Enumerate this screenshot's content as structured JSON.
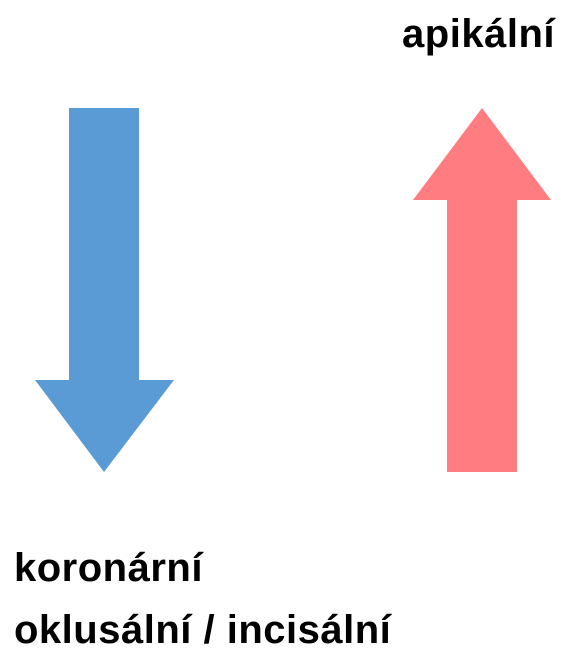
{
  "labels": {
    "top_right": "apikální",
    "bottom_line1": "koronární",
    "bottom_line2": "oklusální / incisální"
  },
  "arrows": {
    "down": {
      "direction": "down",
      "color": "#5B9BD5"
    },
    "up": {
      "direction": "up",
      "color": "#FF7C80"
    }
  }
}
